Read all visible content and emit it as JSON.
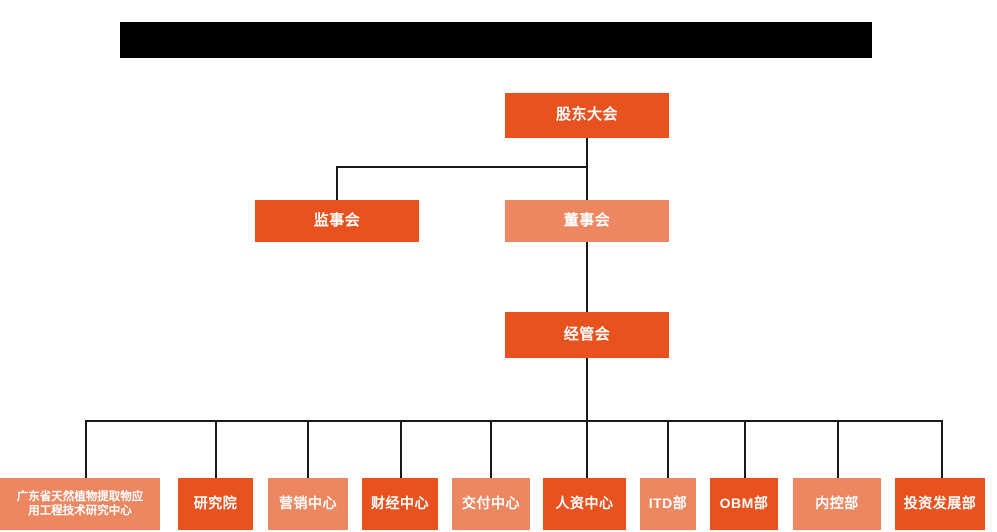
{
  "chart": {
    "type": "org-chart",
    "title_bar": {
      "name": "redacted-title-bar",
      "text": "",
      "redacted": true
    },
    "colors": {
      "dark_orange": "#E8521E",
      "light_orange": "#ED8761",
      "connector": "#1a1a1a",
      "background": "#FFFFFF",
      "redaction": "#000000",
      "text": "#FFFFFF"
    },
    "levels": [
      {
        "level": 1,
        "nodes": [
          {
            "id": "shareholders-meeting",
            "label": "股东大会",
            "shade": "dark"
          }
        ]
      },
      {
        "level": 2,
        "nodes": [
          {
            "id": "board-of-supervisors",
            "label": "监事会",
            "shade": "dark"
          },
          {
            "id": "board-of-directors",
            "label": "董事会",
            "shade": "light"
          }
        ]
      },
      {
        "level": 3,
        "nodes": [
          {
            "id": "management-committee",
            "label": "经管会",
            "shade": "dark"
          }
        ]
      },
      {
        "level": 4,
        "nodes": [
          {
            "id": "guangdong-research-center",
            "label": "广东省天然植物提取物应用工程技术研究中心",
            "label_line1": "广东省天然植物提取物应",
            "label_line2": "用工程技术研究中心",
            "shade": "light"
          },
          {
            "id": "research-institute",
            "label": "研究院",
            "shade": "dark"
          },
          {
            "id": "marketing-center",
            "label": "营销中心",
            "shade": "light"
          },
          {
            "id": "finance-center",
            "label": "财经中心",
            "shade": "dark"
          },
          {
            "id": "delivery-center",
            "label": "交付中心",
            "shade": "light"
          },
          {
            "id": "hr-center",
            "label": "人资中心",
            "shade": "dark"
          },
          {
            "id": "itd-department",
            "label": "ITD部",
            "shade": "light"
          },
          {
            "id": "obm-department",
            "label": "OBM部",
            "shade": "dark"
          },
          {
            "id": "internal-control-department",
            "label": "内控部",
            "shade": "light"
          },
          {
            "id": "investment-development-department",
            "label": "投资发展部",
            "shade": "dark"
          }
        ]
      }
    ]
  }
}
